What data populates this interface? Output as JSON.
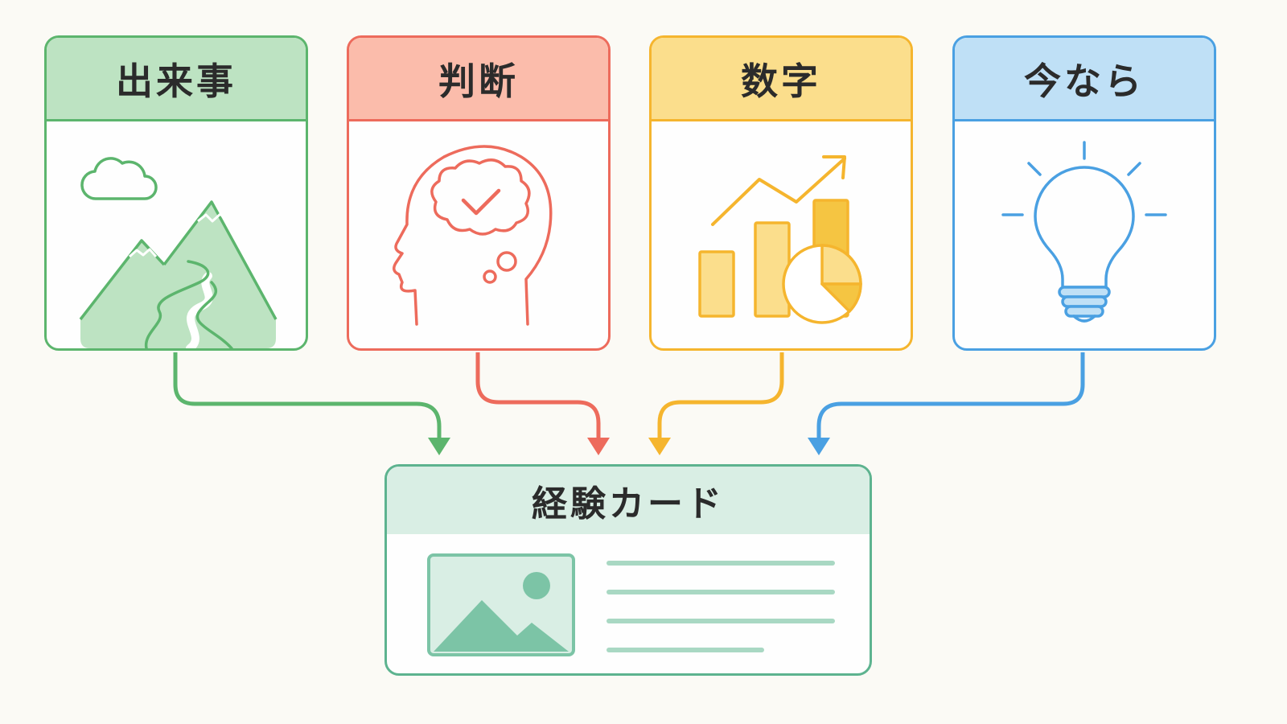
{
  "cards": [
    {
      "title": "出来事",
      "icon": "mountain-landscape-icon",
      "color": "#5cb56d",
      "header_bg": "#bde3c2"
    },
    {
      "title": "判断",
      "icon": "head-thinking-check-icon",
      "color": "#ed6b5c",
      "header_bg": "#fbbcab"
    },
    {
      "title": "数字",
      "icon": "bar-chart-growth-icon",
      "color": "#f5b52e",
      "header_bg": "#fbde8c"
    },
    {
      "title": "今なら",
      "icon": "lightbulb-icon",
      "color": "#4aa0e2",
      "header_bg": "#bfe0f6"
    }
  ],
  "target": {
    "title": "経験カード",
    "icon": "image-placeholder-icon",
    "color": "#5db38f",
    "header_bg": "#d9eee4"
  }
}
